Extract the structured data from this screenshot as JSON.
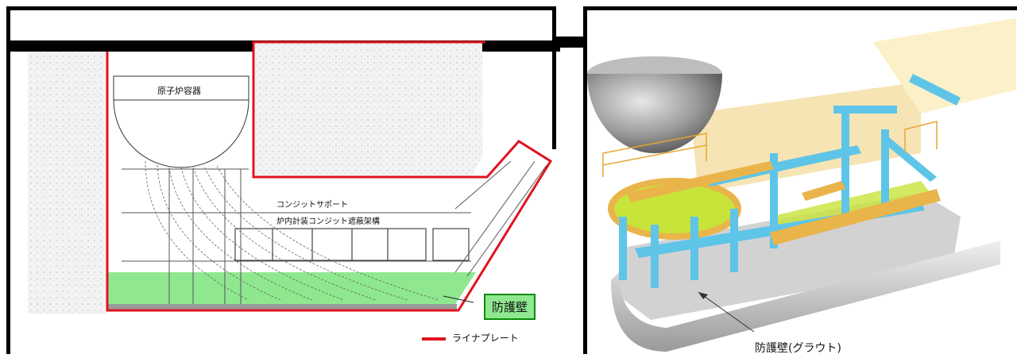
{
  "left_diagram": {
    "reactor_vessel_label": "原子炉容器",
    "support_label": "コンジットサポート",
    "pedestal_label": "炉内計装コンジット遮蔽架構",
    "protective_wall_label": "防護壁",
    "legend_liner_label": "ライナプレート"
  },
  "right_diagram": {
    "grout_label": "防護壁(グラウト)"
  },
  "colors": {
    "liner": "#e0141e",
    "wall_green": "#8fe88f",
    "structure_blue": "#5ec5e8",
    "structure_orange": "#e9b54a",
    "floor_green": "#c8e33a"
  }
}
